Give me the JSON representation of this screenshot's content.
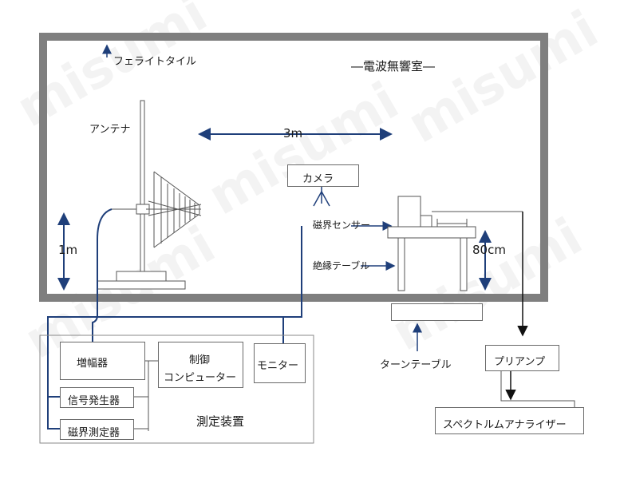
{
  "chamber": {
    "title": "―電波無響室―",
    "ferrite_label": "フェライトタイル",
    "antenna_label": "アンテナ",
    "distance_label": "3m",
    "height_label": "1m",
    "camera_label": "カメラ",
    "magnetic_sensor_label": "磁界センサー",
    "insulation_table_label": "絶縁テーブル",
    "table_height_label": "80cm"
  },
  "turntable_label": "ターンテーブル",
  "measurement_device": {
    "title": "測定装置",
    "amplifier": "増幅器",
    "signal_generator": "信号発生器",
    "field_meter": "磁界測定器",
    "control_computer_line1": "制御",
    "control_computer_line2": "コンピューター",
    "monitor": "モニター"
  },
  "preamp_label": "プリアンプ",
  "spectrum_analyzer_label": "スペクトルムアナライザー",
  "watermark": "misumi",
  "colors": {
    "wall": "#7f7f7f",
    "cable": "#1f3f7a",
    "line": "#555555"
  }
}
